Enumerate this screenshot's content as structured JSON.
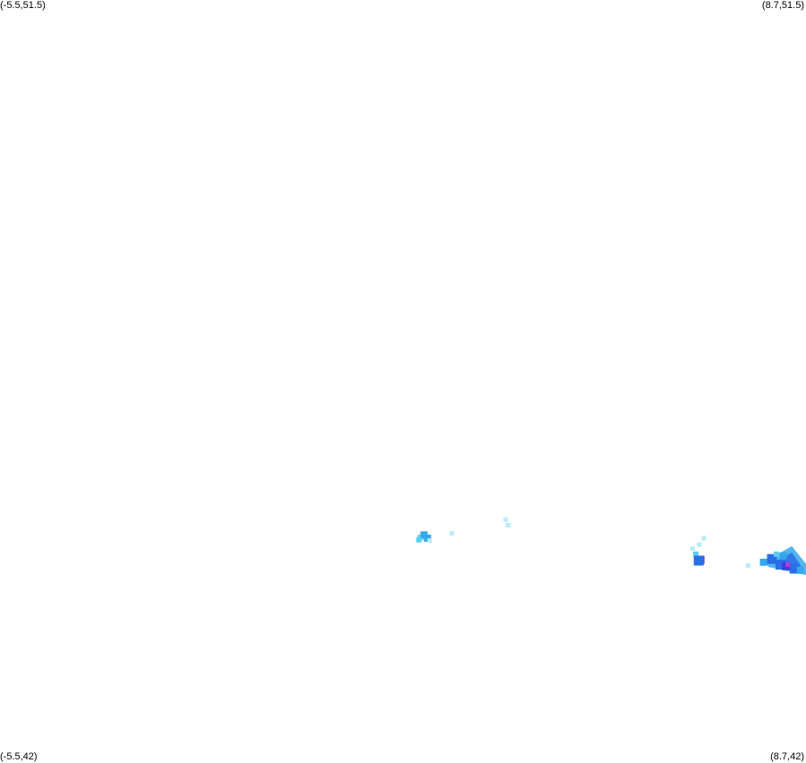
{
  "map": {
    "corners": {
      "top_left": "(-5.5,51.5)",
      "top_right": "(8.7,51.5)",
      "bottom_left": "(-5.5,42)",
      "bottom_right": "(8.7,42)"
    },
    "extent": {
      "lon_min": -5.5,
      "lon_max": 8.7,
      "lat_min": 42,
      "lat_max": 51.5
    },
    "colors": {
      "background": "#ffffff",
      "light_cyan": "#b8ecf8",
      "cyan": "#5ccdf2",
      "sky_blue": "#35a8ea",
      "blue": "#2a6ee6",
      "deep_blue": "#3b3fd8",
      "magenta": "#c43ad8"
    },
    "echoes": [
      {
        "lon": 1.91,
        "lat": 44.81,
        "level": "cyan"
      },
      {
        "lon": 1.97,
        "lat": 44.84,
        "level": "sky_blue"
      },
      {
        "lon": 2.03,
        "lat": 44.8,
        "level": "sky_blue"
      },
      {
        "lon": 1.88,
        "lat": 44.78,
        "level": "cyan"
      },
      {
        "lon": 2.07,
        "lat": 44.77,
        "level": "light_cyan"
      },
      {
        "lon": 2.46,
        "lat": 44.86,
        "level": "light_cyan"
      },
      {
        "lon": 3.41,
        "lat": 45.03,
        "level": "light_cyan"
      },
      {
        "lon": 3.45,
        "lat": 44.96,
        "level": "light_cyan"
      },
      {
        "lon": 6.7,
        "lat": 44.67,
        "level": "light_cyan"
      },
      {
        "lon": 6.76,
        "lat": 44.6,
        "level": "cyan"
      },
      {
        "lon": 6.82,
        "lat": 44.72,
        "level": "light_cyan"
      },
      {
        "lon": 6.84,
        "lat": 44.53,
        "level": "deep_blue"
      },
      {
        "lon": 6.81,
        "lat": 44.52,
        "level": "blue"
      },
      {
        "lon": 6.9,
        "lat": 44.8,
        "level": "light_cyan"
      },
      {
        "lon": 7.95,
        "lat": 44.5,
        "level": "sky_blue"
      },
      {
        "lon": 8.1,
        "lat": 44.54,
        "level": "blue"
      },
      {
        "lon": 8.25,
        "lat": 44.47,
        "level": "blue"
      },
      {
        "lon": 8.35,
        "lat": 44.45,
        "level": "deep_blue"
      },
      {
        "lon": 8.38,
        "lat": 44.47,
        "level": "magenta"
      },
      {
        "lon": 8.5,
        "lat": 44.42,
        "level": "blue"
      },
      {
        "lon": 8.6,
        "lat": 44.4,
        "level": "sky_blue"
      },
      {
        "lon": 8.18,
        "lat": 44.6,
        "level": "cyan"
      },
      {
        "lon": 8.3,
        "lat": 44.58,
        "level": "sky_blue"
      },
      {
        "lon": 7.68,
        "lat": 44.46,
        "level": "light_cyan"
      }
    ]
  }
}
